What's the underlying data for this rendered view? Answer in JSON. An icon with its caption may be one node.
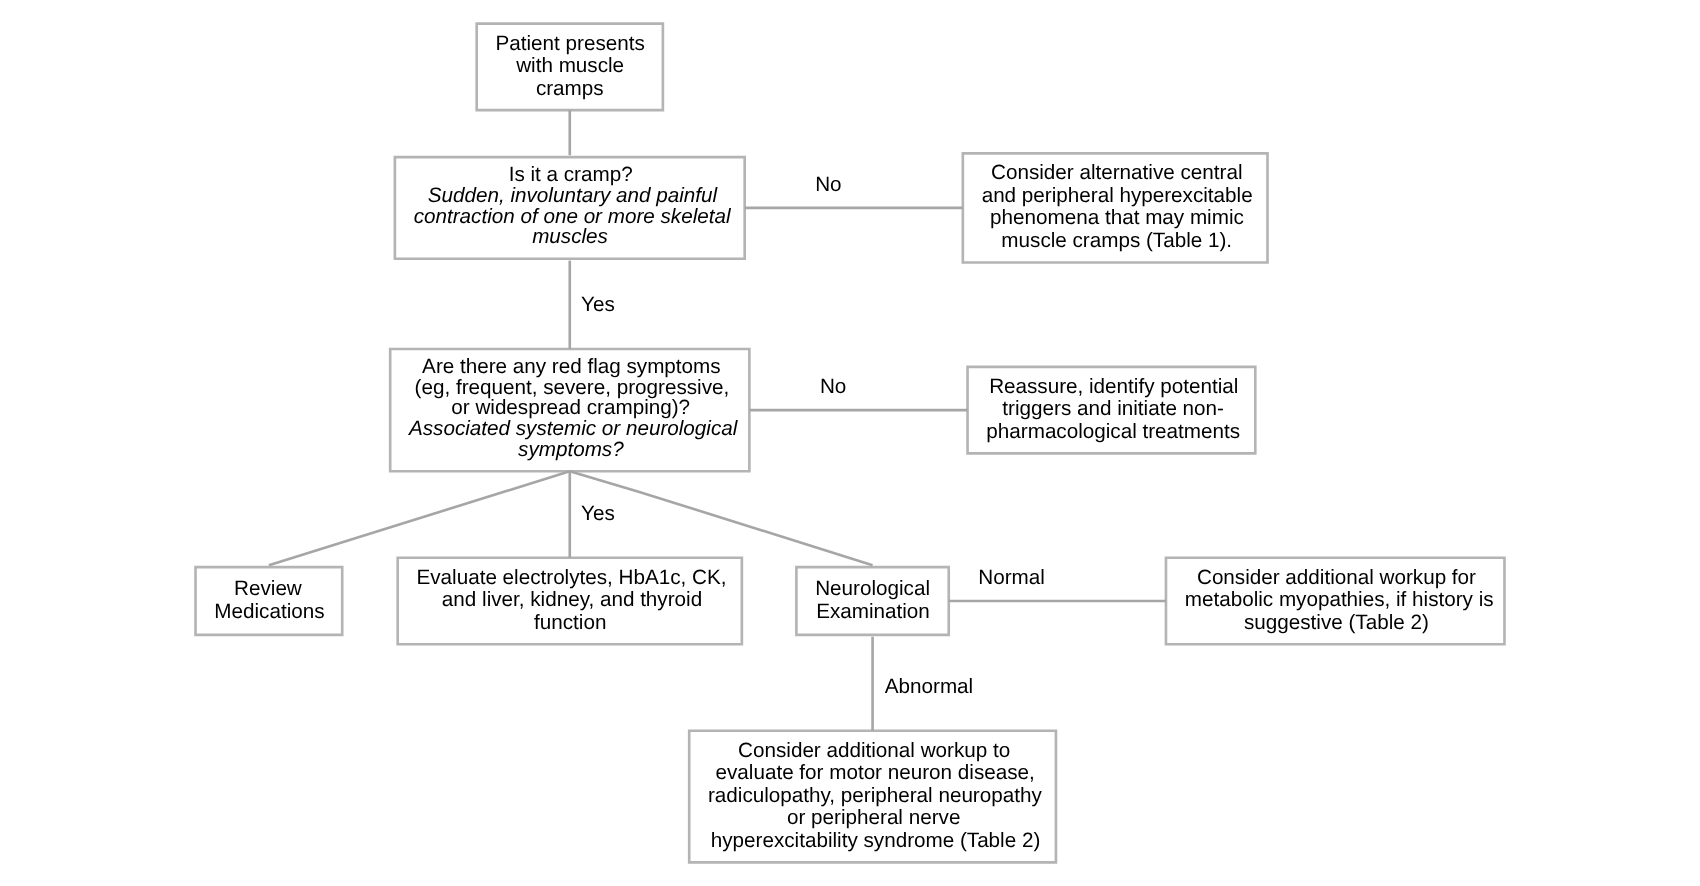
{
  "diagram": {
    "nodes": [
      {
        "text": [
          "Patient presents with muscle cramps"
        ]
      },
      {
        "text": [
          "Is it a cramp?",
          "Sudden, involuntary and painful contraction of one or more skeletal muscles"
        ]
      },
      {
        "text": [
          "Consider alternative central and peripheral hyperexcitable phenomena that may mimic muscle cramps (Table 1)."
        ]
      },
      {
        "text": [
          "Are there any red flag symptoms (eg, frequent, severe, progressive, or widespread cramping)?",
          "Associated systemic or neurological symptoms?"
        ]
      },
      {
        "text": [
          "Reassure, identify potential triggers and initiate non-pharmacological treatments"
        ]
      },
      {
        "text": [
          "Review Medications"
        ]
      },
      {
        "text": [
          "Evaluate electrolytes, HbA1c, CK, and liver, kidney, and thyroid function"
        ]
      },
      {
        "text": [
          "Neurological Examination"
        ]
      },
      {
        "text": [
          "Consider additional workup for metabolic myopathies, if history is suggestive (Table 2)"
        ]
      },
      {
        "text": [
          "Consider additional workup to evaluate for motor neuron disease, radiculopathy, peripheral neuropathy or peripheral nerve hyperexcitability syndrome (Table 2)"
        ]
      }
    ],
    "edges": [
      {
        "from": 0,
        "to": 1,
        "arrow": "none"
      },
      {
        "from": 1,
        "to": 2,
        "arrow": "none",
        "label": "No"
      },
      {
        "from": 1,
        "to": 3,
        "arrow": "none",
        "label": "Yes"
      },
      {
        "from": 3,
        "to": 4,
        "arrow": "none",
        "label": "No"
      },
      {
        "from": 3,
        "to": 5,
        "arrow": "none"
      },
      {
        "from": 3,
        "to": 6,
        "arrow": "none",
        "label": "Yes"
      },
      {
        "from": 3,
        "to": 7,
        "arrow": "none"
      },
      {
        "from": 7,
        "to": 8,
        "arrow": "none",
        "label": "Normal"
      },
      {
        "from": 7,
        "to": 9,
        "arrow": "none",
        "label": "Abnormal"
      }
    ]
  }
}
